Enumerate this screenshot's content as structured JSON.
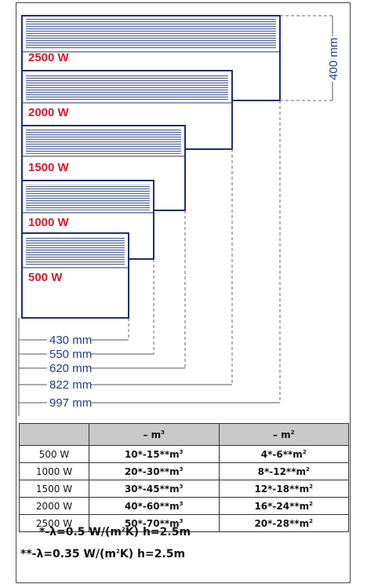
{
  "diagram": {
    "height_label": "400 mm",
    "widths": [
      {
        "label": "430 mm"
      },
      {
        "label": "550 mm"
      },
      {
        "label": "620 mm"
      },
      {
        "label": "822 mm"
      },
      {
        "label": "997 mm"
      }
    ],
    "heaters": [
      {
        "power": "2500 W"
      },
      {
        "power": "2000 W"
      },
      {
        "power": "1500 W"
      },
      {
        "power": "1000 W"
      },
      {
        "power": "500 W"
      }
    ],
    "colors": {
      "outline": "#1f2f6e",
      "power_label": "#d7192c",
      "dimension_text": "#1f3a8a"
    }
  },
  "table": {
    "headers": [
      "",
      "– m",
      "– m"
    ],
    "header_sups": [
      "",
      "3",
      "2"
    ],
    "rows": [
      {
        "power": "500 W",
        "vol_a": "10*-15**m",
        "area_a": "4*-6**m"
      },
      {
        "power": "1000 W",
        "vol_a": "20*-30**m",
        "area_a": "8*-12**m"
      },
      {
        "power": "1500 W",
        "vol_a": "30*-45**m",
        "area_a": "12*-18**m"
      },
      {
        "power": "2000 W",
        "vol_a": "40*-60**m",
        "area_a": "16*-24**m"
      },
      {
        "power": "2500 W",
        "vol_a": "50*-70**m",
        "area_a": "20*-28**m"
      }
    ]
  },
  "notes": {
    "note1_a": "*-λ=0.5 W/(m",
    "note1_sup": "2",
    "note1_b": "K) h=2.5m",
    "note2_a": "**-λ=0.35 W/(m",
    "note2_sup": "2",
    "note2_b": "K) h=2.5m"
  }
}
